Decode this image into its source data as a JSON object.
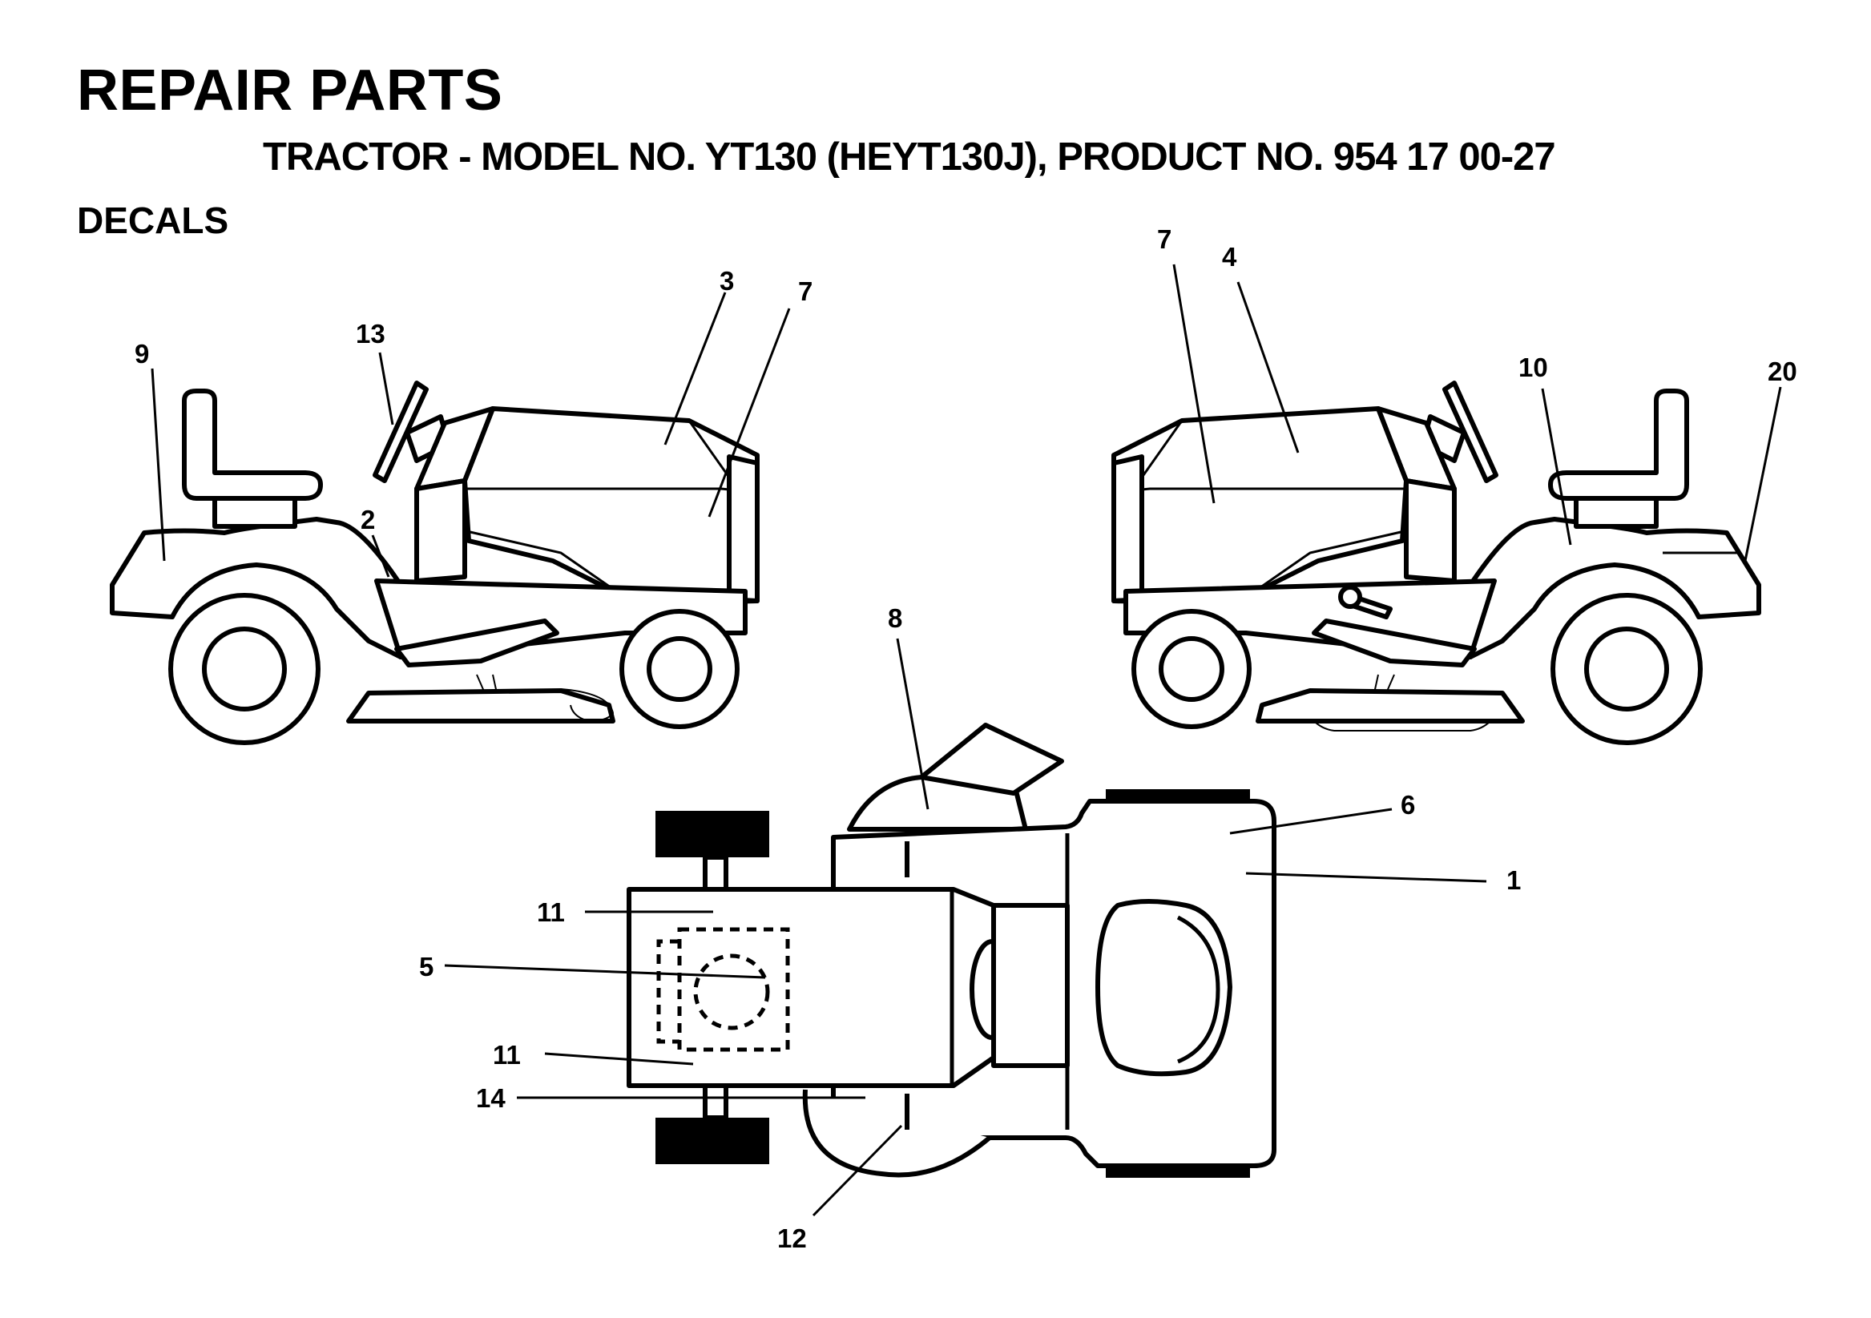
{
  "header": {
    "title": "REPAIR PARTS",
    "subtitle": "TRACTOR - MODEL NO. YT130 (HEYT130J), PRODUCT NO. 954 17 00-27",
    "section": "DECALS"
  },
  "callouts": {
    "c1": "1",
    "c2": "2",
    "c3": "3",
    "c4": "4",
    "c5": "5",
    "c6": "6",
    "c7_left": "7",
    "c7_right": "7",
    "c8": "8",
    "c9": "9",
    "c10": "10",
    "c11_top": "11",
    "c11_bottom": "11",
    "c12": "12",
    "c13": "13",
    "c14": "14",
    "c20": "20"
  },
  "colors": {
    "ink": "#000000",
    "paper": "#ffffff"
  }
}
